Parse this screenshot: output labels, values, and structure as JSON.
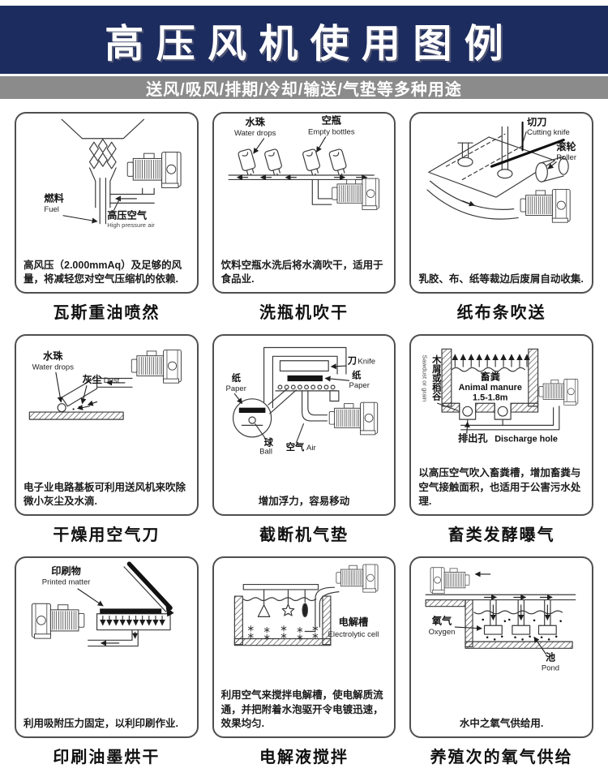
{
  "header": {
    "title": "高压风机使用图例",
    "subtitle": "送风/吸风/排期/冷却/输送/气垫等多种用途"
  },
  "colors": {
    "header_bg": "#1d2c5f",
    "subtitle_bg": "#8b8b8b",
    "panel_border": "#4f4f4f",
    "title_text": "#ffffff"
  },
  "panels": [
    {
      "title": "瓦斯重油喷然",
      "desc": "高风压（2.000mmAq）及足够的风量，将减轻您对空气压缩机的依赖.",
      "labels": {
        "fuel_zh": "燃料",
        "fuel_en": "Fuel",
        "air_zh": "高压空气",
        "air_en": "High pressure air"
      }
    },
    {
      "title": "洗瓶机吹干",
      "desc": "饮料空瓶水洗后将水滴吹干，适用于食品业.",
      "labels": {
        "drops_zh": "水珠",
        "drops_en": "Water drops",
        "bottles_zh": "空瓶",
        "bottles_en": "Empty bottles"
      }
    },
    {
      "title": "纸布条吹送",
      "desc": "乳胶、布、纸等裁边后废屑自动收集.",
      "labels": {
        "knife_zh": "切刀",
        "knife_en": "Cutting knife",
        "roller_zh": "滚轮",
        "roller_en": "Roller"
      }
    },
    {
      "title": "干燥用空气刀",
      "desc": "电子业电路基板可利用送风机来吹除微小灰尘及水滴.",
      "labels": {
        "drops_zh": "水珠",
        "drops_en": "Water drops",
        "dust_zh": "灰尘",
        "dust_en": "Dust"
      }
    },
    {
      "title": "截断机气垫",
      "desc": "增加浮力，容易移动",
      "labels": {
        "knife_zh": "刀",
        "knife_en": "Knife",
        "paper_r_zh": "纸",
        "paper_r_en": "Paper",
        "paper_l_zh": "纸",
        "paper_l_en": "Paper",
        "ball_zh": "球",
        "ball_en": "Ball",
        "air_zh": "空气",
        "air_en": "Air"
      }
    },
    {
      "title": "畜类发酵曝气",
      "desc": "以高压空气吹入畜粪槽，增加畜粪与空气接触面积，也适用于公害污水处理.",
      "labels": {
        "manure_zh": "畜粪",
        "manure_en": "Animal manure",
        "depth": "1.5-1.8m",
        "sawdust_zh": "木屑或稻谷",
        "sawdust_en": "Sawdust or grain",
        "hole_zh": "排出孔",
        "hole_en": "Discharge hole"
      }
    },
    {
      "title": "印刷油墨烘干",
      "desc": "利用吸附压力固定，以利印刷作业.",
      "labels": {
        "printed_zh": "印刷物",
        "printed_en": "Printed matter"
      }
    },
    {
      "title": "电解液搅拌",
      "desc": "利用空气来搅拌电解槽，使电解质流通，并把附着水泡驱开令电镀迅速，效果均匀.",
      "labels": {
        "cell_zh": "电解槽",
        "cell_en": "Electrolytic cell"
      }
    },
    {
      "title": "养殖次的氧气供给",
      "desc": "水中之氧气供给用.",
      "labels": {
        "oxygen_zh": "氧气",
        "oxygen_en": "Oxygen",
        "pond_zh": "池",
        "pond_en": "Pond"
      }
    }
  ]
}
